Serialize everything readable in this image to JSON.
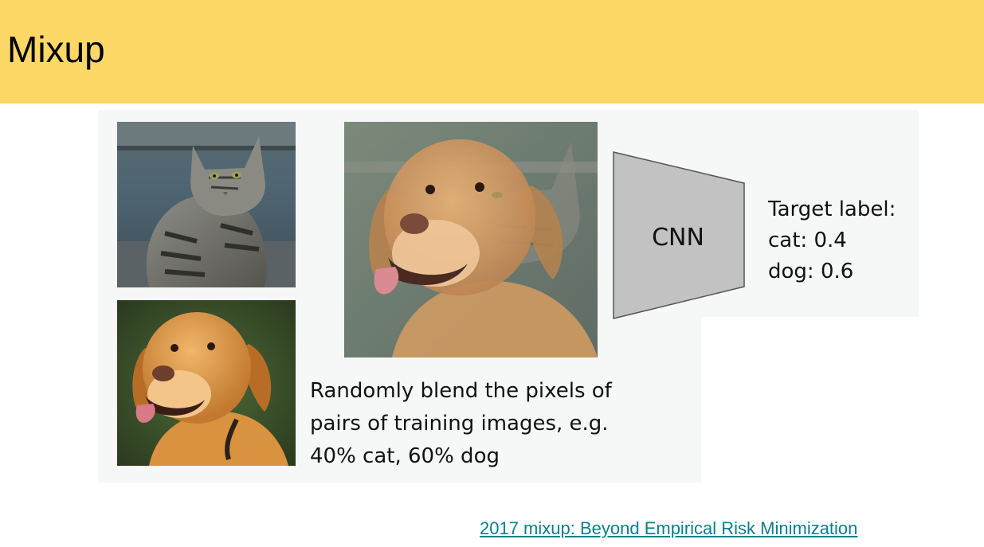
{
  "slide": {
    "title": "Mixup",
    "header_color": "#fdd866"
  },
  "figure": {
    "images": [
      {
        "subject": "cat",
        "icon": "cat-photo"
      },
      {
        "subject": "dog",
        "icon": "dog-photo"
      },
      {
        "subject": "blended cat and dog",
        "icon": "mixed-photo"
      }
    ],
    "cnn_label": "CNN",
    "target": {
      "heading": "Target label:",
      "line_cat": "cat: 0.4",
      "line_dog": "dog: 0.6"
    },
    "caption": {
      "line1": "Randomly blend the pixels of",
      "line2": "pairs of training images, e.g.",
      "line3": "40% cat, 60% dog"
    }
  },
  "reference": {
    "link_text": "2017 mixup: Beyond Empirical Risk Minimization",
    "link_color": "#0b7f8c"
  }
}
